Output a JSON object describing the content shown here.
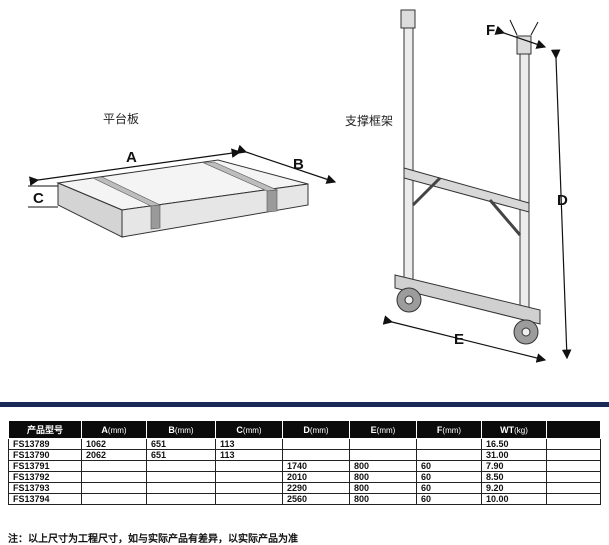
{
  "labels": {
    "platform": "平台板",
    "frame": "支撑框架"
  },
  "dimension_letters": {
    "A": "A",
    "B": "B",
    "C": "C",
    "D": "D",
    "E": "E",
    "F": "F"
  },
  "table": {
    "headers": [
      {
        "main": "产品型号",
        "unit": ""
      },
      {
        "main": "A",
        "unit": "(mm)"
      },
      {
        "main": "B",
        "unit": "(mm)"
      },
      {
        "main": "C",
        "unit": "(mm)"
      },
      {
        "main": "D",
        "unit": "(mm)"
      },
      {
        "main": "E",
        "unit": "(mm)"
      },
      {
        "main": "F",
        "unit": "(mm)"
      },
      {
        "main": "WT",
        "unit": "(kg)"
      },
      {
        "main": "",
        "unit": ""
      }
    ],
    "rows": [
      [
        "FS13789",
        "1062",
        "651",
        "113",
        "",
        "",
        "",
        "16.50",
        ""
      ],
      [
        "FS13790",
        "2062",
        "651",
        "113",
        "",
        "",
        "",
        "31.00",
        ""
      ],
      [
        "FS13791",
        "",
        "",
        "",
        "1740",
        "800",
        "60",
        "7.90",
        ""
      ],
      [
        "FS13792",
        "",
        "",
        "",
        "2010",
        "800",
        "60",
        "8.50",
        ""
      ],
      [
        "FS13793",
        "",
        "",
        "",
        "2290",
        "800",
        "60",
        "9.20",
        ""
      ],
      [
        "FS13794",
        "",
        "",
        "",
        "2560",
        "800",
        "60",
        "10.00",
        ""
      ]
    ]
  },
  "note": "注：以上尺寸为工程尺寸，如与实际产品有差异，以实际产品为准"
}
